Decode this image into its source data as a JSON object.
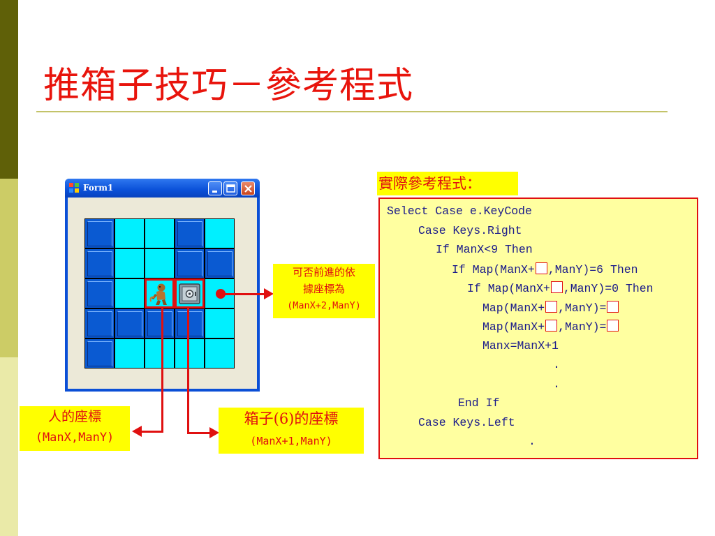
{
  "slide": {
    "title": "推箱子技巧－參考程式"
  },
  "form": {
    "title": "Form1",
    "grid": [
      [
        "wall",
        "floor",
        "floor",
        "wall",
        "floor"
      ],
      [
        "wall",
        "floor",
        "floor",
        "wall",
        "wall"
      ],
      [
        "wall",
        "floor",
        "player",
        "box",
        "floor"
      ],
      [
        "wall",
        "wall",
        "wall",
        "wall",
        "floor"
      ],
      [
        "wall",
        "floor",
        "floor",
        "floor",
        "floor"
      ]
    ]
  },
  "annotations": {
    "forward": {
      "line1": "可否前進的依",
      "line2": "據座標為",
      "line3": "(ManX+2,ManY)"
    },
    "man": {
      "line1": "人的座標",
      "line2": "(ManX,ManY)"
    },
    "box": {
      "line1": "箱子(6)的座標",
      "line2": "(ManX+1,ManY)"
    }
  },
  "code": {
    "heading": "實際參考程式：",
    "lines": [
      {
        "text": "Select Case e.KeyCode"
      },
      {
        "text": "Case Keys.Right"
      },
      {
        "text": "If ManX<9 Then"
      },
      {
        "before": "If Map(ManX+",
        "after": ",ManY)=6 Then"
      },
      {
        "before": "If Map(ManX+",
        "after": ",ManY)=0 Then"
      },
      {
        "before": "Map(ManX+",
        "after": ",ManY)="
      },
      {
        "before": "Map(ManX+",
        "after": ",ManY)="
      },
      {
        "text": "Manx=ManX+1"
      },
      {
        "text": "."
      },
      {
        "text": "."
      },
      {
        "text": "End If"
      },
      {
        "text": "Case Keys.Left"
      },
      {
        "text": "."
      }
    ]
  },
  "colors": {
    "title_red": "#e8140c",
    "annotation_red": "#e01010",
    "highlight_yellow": "#ffff00",
    "code_panel_bg": "#ffffa0",
    "floor_cyan": "#00f0ff",
    "wall_blue": "#0a5ad2"
  }
}
